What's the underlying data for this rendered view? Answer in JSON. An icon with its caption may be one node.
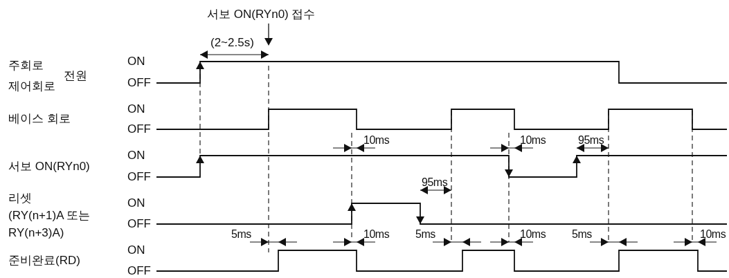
{
  "diagram": {
    "labels": [
      "서보 ON(RYn0) 접수",
      "(2~2.5s)",
      "주회로",
      "제어회로",
      "전원",
      "ON",
      "OFF",
      "베이스 회로",
      "ON",
      "OFF",
      "10ms",
      "10ms",
      "95ms",
      "서보 ON(RYn0)",
      "ON",
      "OFF",
      "95ms",
      "리셋 (RY(n+1)A 또는 RY(n+3)A)",
      "ON",
      "OFF",
      "5ms",
      "10ms",
      "5ms",
      "10ms",
      "5ms",
      "10ms",
      "준비완료(RD)",
      "ON",
      "OFF"
    ]
  }
}
